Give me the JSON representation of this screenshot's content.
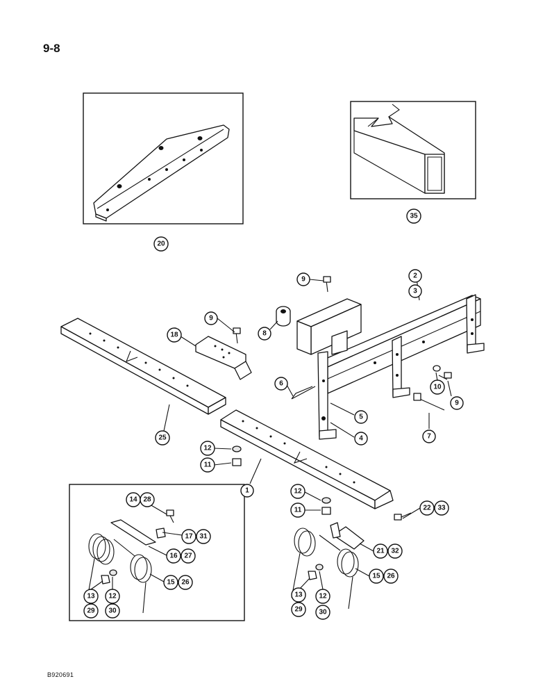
{
  "page": {
    "number": "9-8",
    "figure_code": "B920691"
  },
  "callouts": [
    {
      "id": "c20",
      "label": "20"
    },
    {
      "id": "c35",
      "label": "35"
    },
    {
      "id": "c9a",
      "label": "9"
    },
    {
      "id": "c2",
      "label": "2"
    },
    {
      "id": "c3",
      "label": "3"
    },
    {
      "id": "c9b",
      "label": "9"
    },
    {
      "id": "c8",
      "label": "8"
    },
    {
      "id": "c18",
      "label": "18"
    },
    {
      "id": "c6",
      "label": "6"
    },
    {
      "id": "c10",
      "label": "10"
    },
    {
      "id": "c9c",
      "label": "9"
    },
    {
      "id": "c5",
      "label": "5"
    },
    {
      "id": "c4",
      "label": "4"
    },
    {
      "id": "c7",
      "label": "7"
    },
    {
      "id": "c25",
      "label": "25"
    },
    {
      "id": "c12a",
      "label": "12"
    },
    {
      "id": "c11a",
      "label": "11"
    },
    {
      "id": "c1",
      "label": "1"
    },
    {
      "id": "c12b",
      "label": "12"
    },
    {
      "id": "c11b",
      "label": "11"
    },
    {
      "id": "c22",
      "label": "22"
    },
    {
      "id": "c33",
      "label": "33"
    },
    {
      "id": "c14",
      "label": "14"
    },
    {
      "id": "c28",
      "label": "28"
    },
    {
      "id": "c17",
      "label": "17"
    },
    {
      "id": "c31",
      "label": "31"
    },
    {
      "id": "c16",
      "label": "16"
    },
    {
      "id": "c27",
      "label": "27"
    },
    {
      "id": "c15a",
      "label": "15"
    },
    {
      "id": "c26a",
      "label": "26"
    },
    {
      "id": "c13a",
      "label": "13"
    },
    {
      "id": "c12c",
      "label": "12"
    },
    {
      "id": "c29a",
      "label": "29"
    },
    {
      "id": "c30a",
      "label": "30"
    },
    {
      "id": "c21",
      "label": "21"
    },
    {
      "id": "c32",
      "label": "32"
    },
    {
      "id": "c15b",
      "label": "15"
    },
    {
      "id": "c26b",
      "label": "26"
    },
    {
      "id": "c13b",
      "label": "13"
    },
    {
      "id": "c12d",
      "label": "12"
    },
    {
      "id": "c29b",
      "label": "29"
    },
    {
      "id": "c30b",
      "label": "30"
    }
  ]
}
